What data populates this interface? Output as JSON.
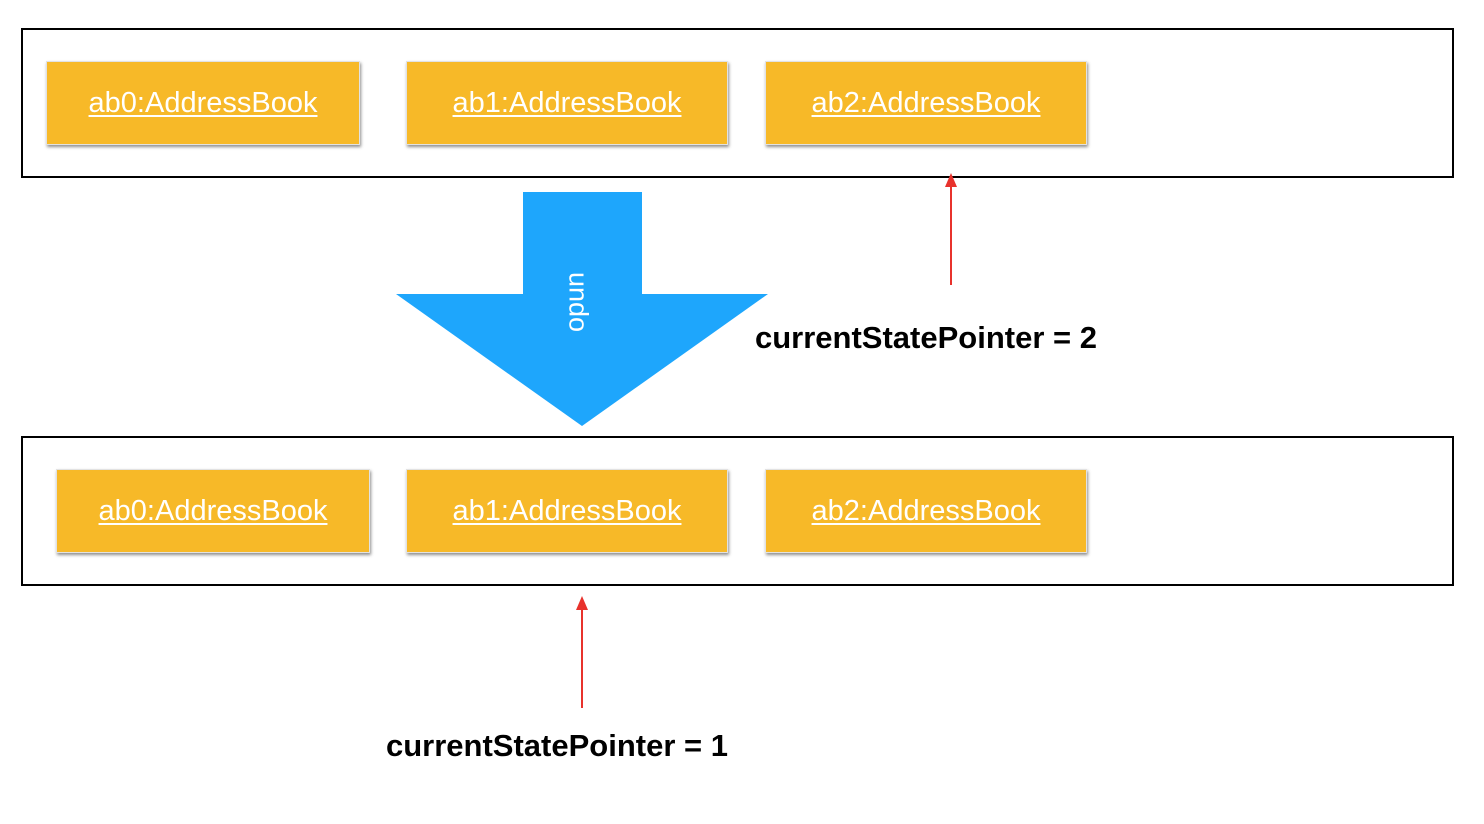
{
  "colors": {
    "box_fill": "#f7b928",
    "box_text": "#ffffff",
    "arrow_fill": "#1ea6fc",
    "pointer": "#e8322c",
    "frame_border": "#000000"
  },
  "top_state": {
    "boxes": [
      "ab0:AddressBook",
      "ab1:AddressBook",
      "ab2:AddressBook"
    ],
    "pointer_label": "currentStatePointer = 2"
  },
  "transition": {
    "label": "undo"
  },
  "bottom_state": {
    "boxes": [
      "ab0:AddressBook",
      "ab1:AddressBook",
      "ab2:AddressBook"
    ],
    "pointer_label": "currentStatePointer = 1"
  }
}
